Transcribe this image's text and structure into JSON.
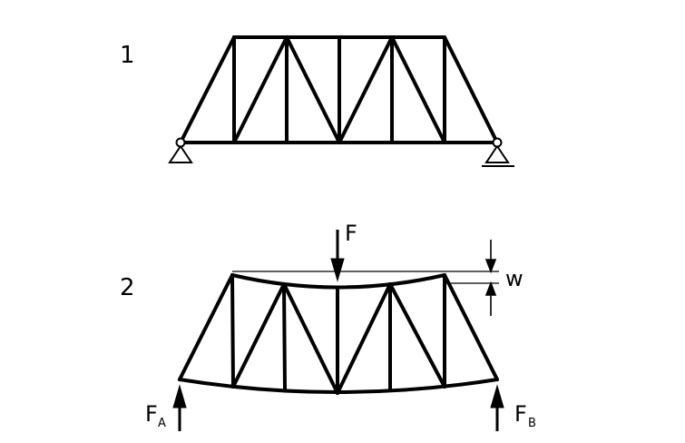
{
  "diagram": {
    "step_labels": [
      "1",
      "2"
    ],
    "force_label": "F",
    "deflection_label": "w",
    "reaction_a": {
      "main": "F",
      "sub": "A"
    },
    "reaction_b": {
      "main": "F",
      "sub": "B"
    },
    "stroke_color": "#000000"
  }
}
